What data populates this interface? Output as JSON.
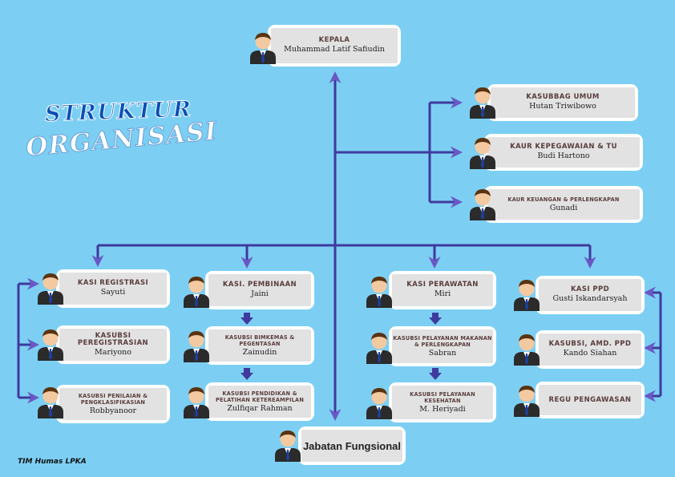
{
  "title": {
    "line1": "STRUKTUR",
    "line2": "ORGANISASI"
  },
  "footer": "TIM Humas LPKA",
  "nodes": {
    "kepala": {
      "title": "KEPALA",
      "name": "Muhammad Latif Safiudin"
    },
    "kasubbag_umum": {
      "title": "KASUBBAG UMUM",
      "name": "Hutan Triwibowo"
    },
    "kaur_kepegawaian": {
      "title": "KAUR KEPEGAWAIAN & TU",
      "name": "Budi Hartono"
    },
    "kaur_keuangan": {
      "title": "KAUR KEUANGAN & PERLENGKAPAN",
      "name": "Gunadi"
    },
    "kasi_registrasi": {
      "title": "KASI REGISTRASI",
      "name": "Sayuti"
    },
    "kasubsi_peregistrasian": {
      "title": "KASUBSI PEREGISTRASIAN",
      "name": "Mariyono"
    },
    "kasubsi_penilaian": {
      "title": "KASUBSI PENILAIAN & PENGKLASIFIKASIAN",
      "name": "Robbyanoor"
    },
    "kasi_pembinaan": {
      "title": "KASI. PEMBINAAN",
      "name": "Jaini"
    },
    "kasubsi_bimkemas": {
      "title": "KASUBSI BIMKEMAS & PEGENTASAN",
      "name": "Zainudin"
    },
    "kasubsi_pendidikan": {
      "title": "KASUBSI PENDIDIKAN & PELATIHAN KETEREAMPILAN",
      "name": "Zulfiqar Rahman"
    },
    "kasi_perawatan": {
      "title": "KASI PERAWATAN",
      "name": "Miri"
    },
    "kasubsi_makanan": {
      "title": "KASUBSI PELAYANAN MAKANAN & PERLENGKAPAN",
      "name": "Sabran"
    },
    "kasubsi_kesehatan": {
      "title": "KASUBSI PELAYANAN KESEHATAN",
      "name": "M. Heriyadi"
    },
    "kasi_ppd": {
      "title": "KASI PPD",
      "name": "Gusti Iskandarsyah"
    },
    "kasubsi_amd": {
      "title": "KASUBSI, AMD. PPD",
      "name": "Kando Siahan"
    },
    "regu_pengawasan": {
      "title": "REGU PENGAWASAN",
      "name": ""
    },
    "jabatan_fungsional": {
      "title": "Jabatan Fungsional",
      "name": ""
    }
  },
  "colors": {
    "background": "#7ccff3",
    "connector": "#3f3a9e",
    "arrow": "#6a58c4",
    "card_fill": "#e2e2e2",
    "title_text": "#5a3d3d"
  }
}
